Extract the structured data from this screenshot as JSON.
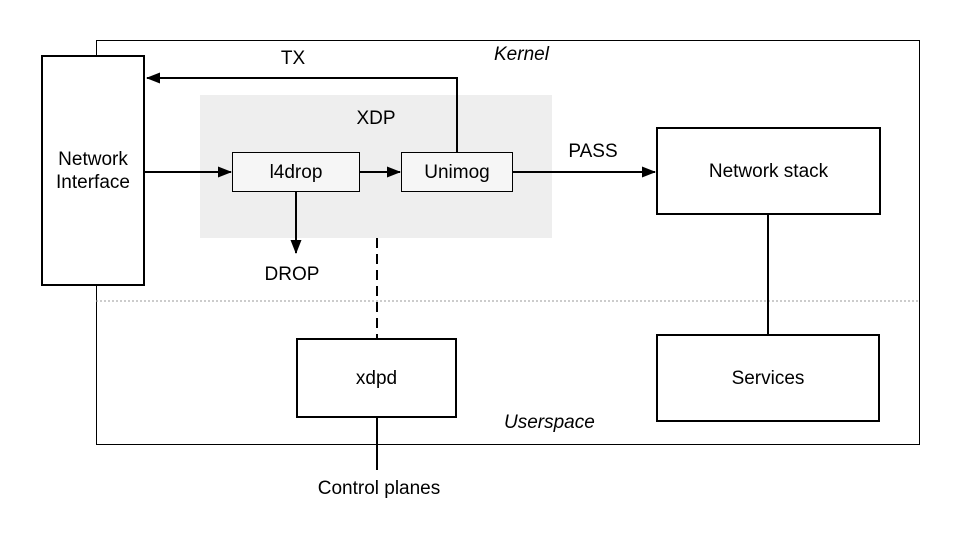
{
  "regions": {
    "kernel_label": "Kernel",
    "userspace_label": "Userspace",
    "xdp_label": "XDP"
  },
  "nodes": {
    "network_interface": "Network Interface",
    "l4drop": "l4drop",
    "unimog": "Unimog",
    "network_stack": "Network stack",
    "xdpd": "xdpd",
    "services": "Services",
    "control_planes": "Control planes"
  },
  "edge_labels": {
    "tx": "TX",
    "pass": "PASS",
    "drop": "DROP"
  },
  "colors": {
    "line": "#000000",
    "separator_dotted": "#999999",
    "xdp_region_bg": "#eeeeee",
    "node_fill": "#ffffff",
    "xdp_node_fill": "#f6f6f6"
  }
}
